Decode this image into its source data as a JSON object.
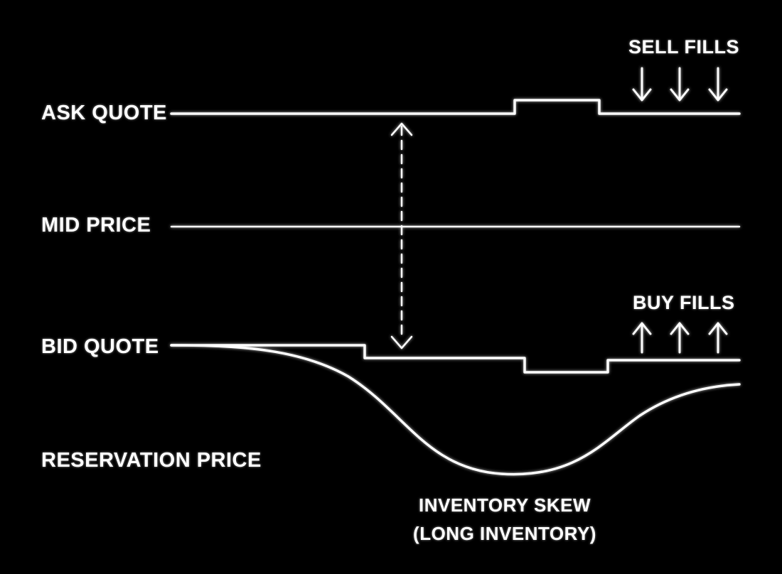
{
  "labels": {
    "ask_quote": "ASK QUOTE",
    "mid_price": "MID PRICE",
    "bid_quote": "BID QUOTE",
    "reservation_price": "RESERVATION PRICE",
    "sell_fills": "SELL FILLS",
    "buy_fills": "BUY FILLS",
    "skew_line1": "INVENTORY SKEW",
    "skew_line2": "(LONG INVENTORY)"
  },
  "colors": {
    "background": "#000000",
    "foreground": "#ffffff"
  },
  "icons": {
    "sell_fill_arrow": "arrow-down-icon",
    "buy_fill_arrow": "arrow-up-icon",
    "spread_arrow": "double-headed-arrow-icon"
  },
  "sell_fill_count": 3,
  "buy_fill_count": 3
}
